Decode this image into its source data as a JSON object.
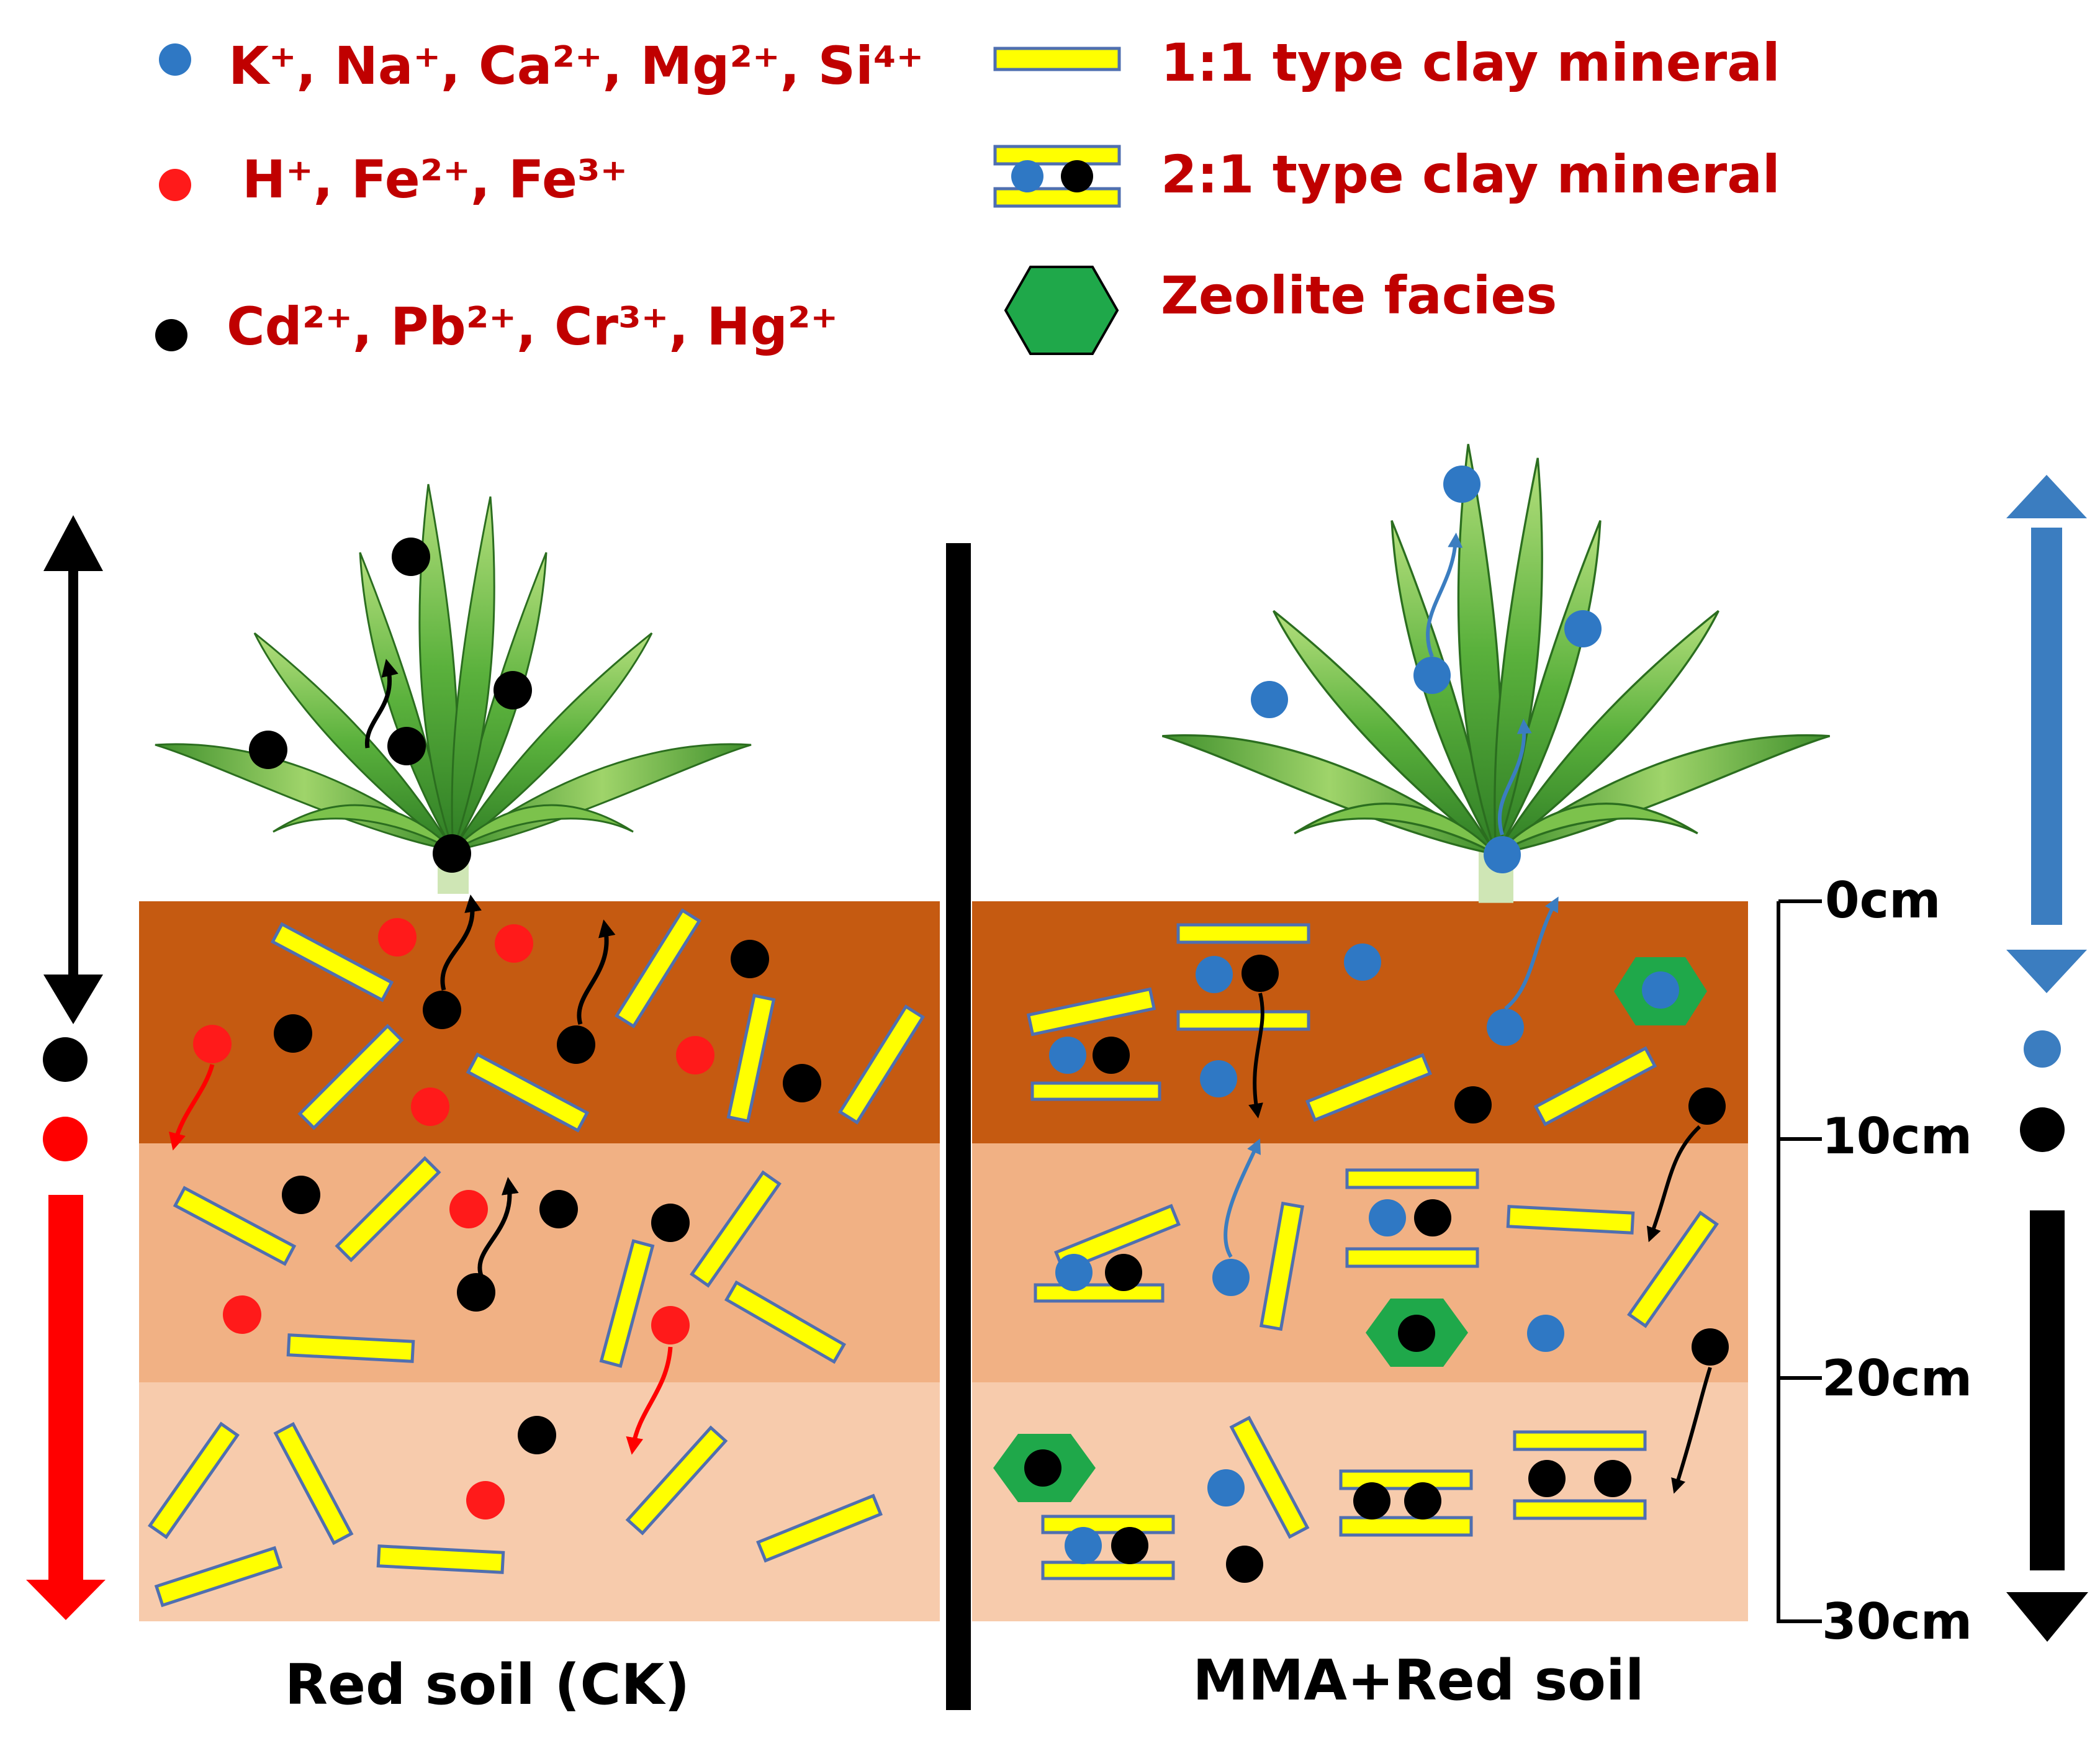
{
  "legend": {
    "blue_ions": "K⁺, Na⁺, Ca²⁺, Mg²⁺, Si⁴⁺",
    "red_ions": "H⁺, Fe²⁺, Fe³⁺",
    "black_ions": "Cd²⁺, Pb²⁺, Cr³⁺, Hg²⁺",
    "clay_1_1": "1:1 type clay mineral",
    "clay_2_1": "2:1 type clay mineral",
    "zeolite": "Zeolite facies"
  },
  "depth_scale": [
    "0cm",
    "10cm",
    "20cm",
    "30cm"
  ],
  "panels": {
    "left_caption": "Red soil (CK)",
    "right_caption": "MMA+Red soil"
  },
  "colors": {
    "blue_ion": "#2f78c4",
    "red_ion": "#ff1a1a",
    "black_ion": "#000000",
    "clay": "#ffff00",
    "clay_border": "#4f6fb0",
    "zeolite": "#1fa84a",
    "soil_top": "#c55a11",
    "soil_mid": "#f1b184",
    "soil_bottom": "#f7cbac",
    "legend_text": "#c00000",
    "blue_arrow": "#3b7dc0",
    "red_arrow": "#ff0000",
    "plant_leaf": "#5aa838",
    "plant_leaf_light": "#a7d877"
  },
  "icons": {
    "plant": "plant-icon",
    "clay_1_1": "clay-bar-icon",
    "clay_2_1": "clay-sandwich-icon",
    "zeolite": "hexagon-icon"
  }
}
